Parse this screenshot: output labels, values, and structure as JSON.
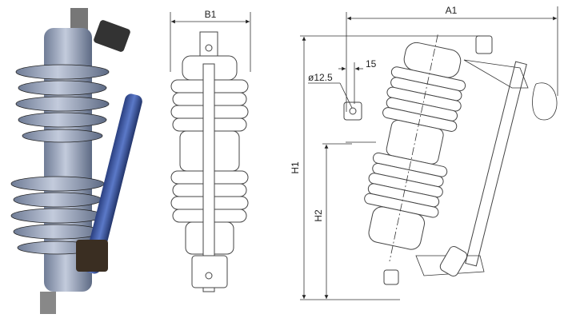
{
  "dimensions": {
    "b1": "B1",
    "a1": "A1",
    "h1": "H1",
    "h2": "H2",
    "offset": "15",
    "hole_diameter": "ø12.5"
  },
  "colors": {
    "insulator": "#9aa6bd",
    "fuse_tube": "#3c5aa8",
    "line": "#333333"
  }
}
